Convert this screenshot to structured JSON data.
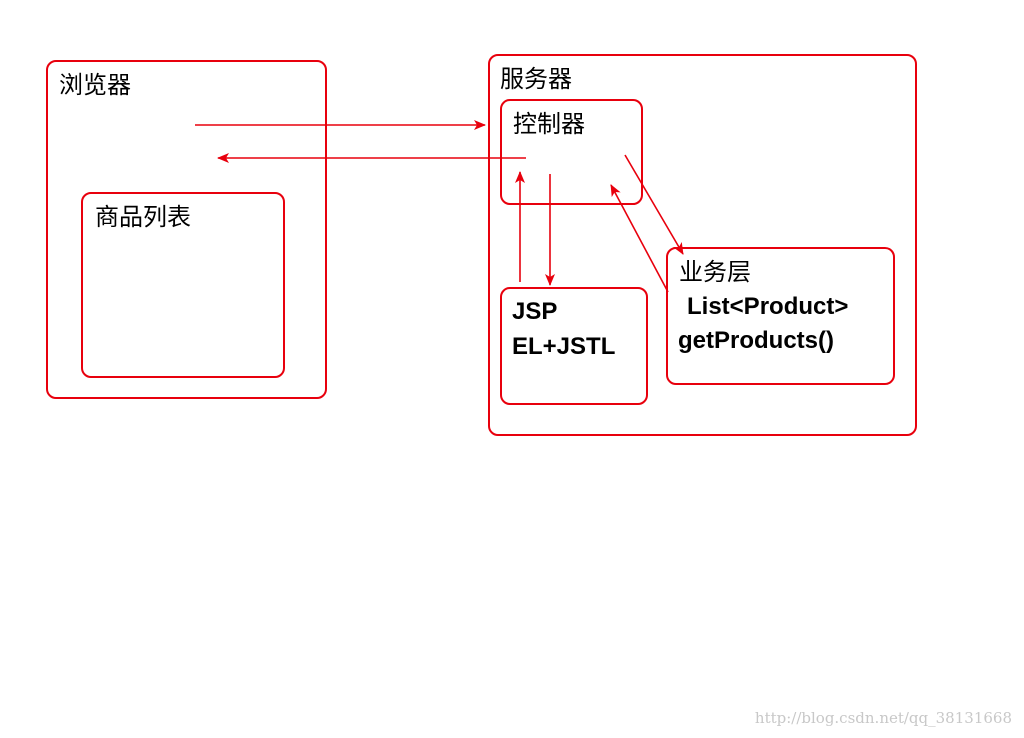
{
  "browser": {
    "label": "浏览器",
    "product_list_label": "商品列表"
  },
  "server": {
    "label": "服务器",
    "controller_label": "控制器",
    "view": {
      "line1": "JSP",
      "line2": "EL+JSTL"
    },
    "business_layer": {
      "label": "业务层",
      "line1": "List<Product>",
      "line2": "getProducts()"
    }
  },
  "watermark": "http://blog.csdn.net/qq_38131668",
  "colors": {
    "stroke": "#e8000d",
    "text": "#000000",
    "watermark": "#c8c8c8"
  }
}
